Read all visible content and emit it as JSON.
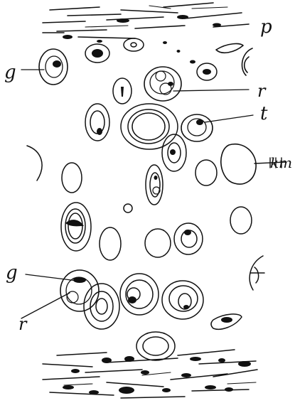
{
  "labels": {
    "p": "p",
    "g_top": "g",
    "r_top": "r",
    "t": "t",
    "km": "km",
    "g_bottom": "g",
    "r_bottom": "r"
  },
  "colors": {
    "ink": "#111111",
    "paper": "#ffffff"
  }
}
